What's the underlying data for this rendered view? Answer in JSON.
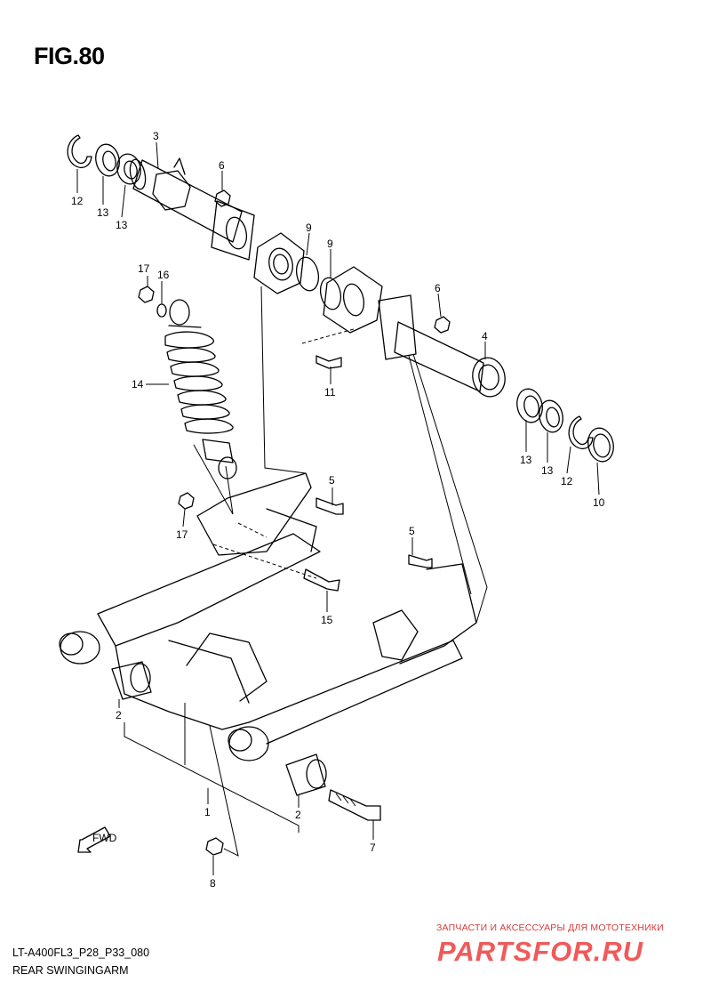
{
  "figure": {
    "title": "FIG.80",
    "model_code": "LT-A400FL3_P28_P33_080",
    "caption": "REAR SWINGINGARM"
  },
  "watermark": {
    "line1": "ЗАПЧАСТИ И АКСЕССУАРЫ ДЛЯ МОТОТЕХНИКИ",
    "line2": "PARTSFOR.RU"
  },
  "fwd_label": "FWD",
  "callouts": [
    {
      "id": "c12a",
      "label": "12"
    },
    {
      "id": "c13a",
      "label": "13"
    },
    {
      "id": "c13b",
      "label": "13"
    },
    {
      "id": "c3",
      "label": "3"
    },
    {
      "id": "c6a",
      "label": "6"
    },
    {
      "id": "c9a",
      "label": "9"
    },
    {
      "id": "c9b",
      "label": "9"
    },
    {
      "id": "c17a",
      "label": "17"
    },
    {
      "id": "c16",
      "label": "16"
    },
    {
      "id": "c6b",
      "label": "6"
    },
    {
      "id": "c4",
      "label": "4"
    },
    {
      "id": "c11",
      "label": "11"
    },
    {
      "id": "c14",
      "label": "14"
    },
    {
      "id": "c13c",
      "label": "13"
    },
    {
      "id": "c13d",
      "label": "13"
    },
    {
      "id": "c12b",
      "label": "12"
    },
    {
      "id": "c10",
      "label": "10"
    },
    {
      "id": "c5a",
      "label": "5"
    },
    {
      "id": "c17b",
      "label": "17"
    },
    {
      "id": "c5b",
      "label": "5"
    },
    {
      "id": "c15",
      "label": "15"
    },
    {
      "id": "c2a",
      "label": "2"
    },
    {
      "id": "c1",
      "label": "1"
    },
    {
      "id": "c2b",
      "label": "2"
    },
    {
      "id": "c7",
      "label": "7"
    },
    {
      "id": "c8",
      "label": "8"
    }
  ]
}
